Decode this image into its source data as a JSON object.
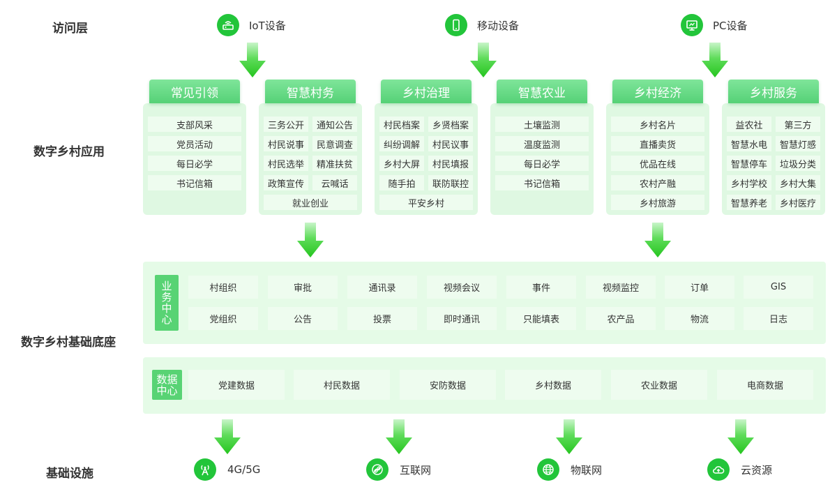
{
  "rows": {
    "access": "访问层",
    "apps": "数字乡村应用",
    "base": "数字乡村基础底座",
    "infra": "基础设施"
  },
  "access_devices": [
    {
      "label": "IoT设备",
      "icon": "router-icon"
    },
    {
      "label": "移动设备",
      "icon": "phone-icon"
    },
    {
      "label": "PC设备",
      "icon": "monitor-icon"
    }
  ],
  "apps": [
    {
      "title": "常见引领",
      "items": [
        "支部风采",
        "党员活动",
        "每日必学",
        "书记信箱"
      ]
    },
    {
      "title": "智慧村务",
      "items": [
        "三务公开",
        "通知公告",
        "村民说事",
        "民意调查",
        "村民选举",
        "精准扶贫",
        "政策宣传",
        "云喊话",
        "就业创业"
      ]
    },
    {
      "title": "乡村治理",
      "items": [
        "村民档案",
        "乡贤档案",
        "纠纷调解",
        "村民议事",
        "乡村大屏",
        "村民填报",
        "随手拍",
        "联防联控",
        "平安乡村"
      ]
    },
    {
      "title": "智慧农业",
      "items": [
        "土壤监测",
        "温度监测",
        "每日必学",
        "书记信箱"
      ]
    },
    {
      "title": "乡村经济",
      "items": [
        "乡村名片",
        "直播卖货",
        "优品在线",
        "农村产融",
        "乡村旅游"
      ]
    },
    {
      "title": "乡村服务",
      "items": [
        "益农社",
        "第三方",
        "智慧水电",
        "智慧灯感",
        "智慧停车",
        "垃圾分类",
        "乡村学校",
        "乡村大集",
        "智慧养老",
        "乡村医疗"
      ]
    }
  ],
  "business_center": {
    "label": "业务中心",
    "items": [
      "村组织",
      "审批",
      "通讯录",
      "视频会议",
      "事件",
      "视频监控",
      "订单",
      "GIS",
      "党组织",
      "公告",
      "投票",
      "即时通讯",
      "只能填表",
      "农产品",
      "物流",
      "日志"
    ]
  },
  "data_center": {
    "label": "数据中心",
    "items": [
      "党建数据",
      "村民数据",
      "安防数据",
      "乡村数据",
      "农业数据",
      "电商数据"
    ]
  },
  "infrastructure": [
    {
      "label": "4G/5G",
      "icon": "antenna-icon"
    },
    {
      "label": "互联网",
      "icon": "link-icon"
    },
    {
      "label": "物联网",
      "icon": "globe-icon"
    },
    {
      "label": "云资源",
      "icon": "cloud-icon"
    }
  ],
  "colors": {
    "accent": "#22c53a",
    "card": "#dff8e2",
    "cell": "#eefcef",
    "panel": "#e5fbe7",
    "tag": "#58d374"
  }
}
